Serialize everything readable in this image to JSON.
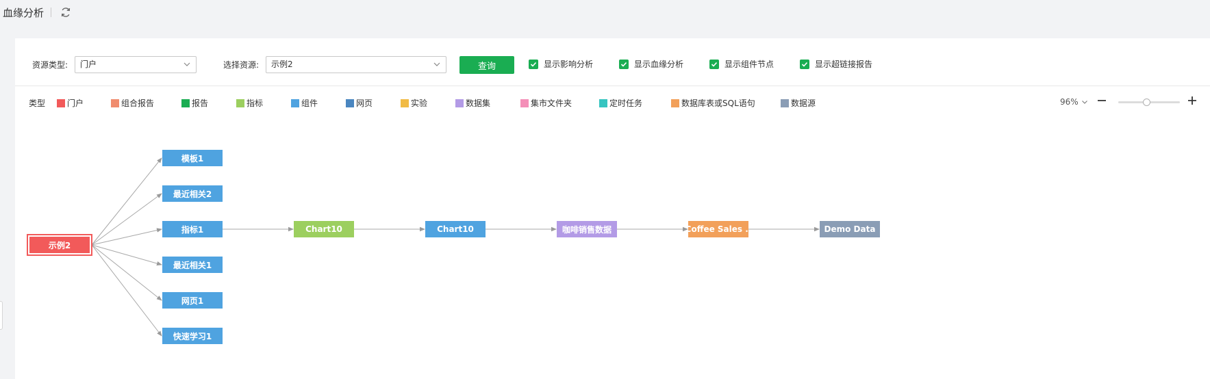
{
  "header": {
    "title": "血缘分析"
  },
  "filters": {
    "resource_type_label": "资源类型:",
    "resource_type_value": "门户",
    "select_resource_label": "选择资源:",
    "select_resource_value": "示例2",
    "query_label": "查询"
  },
  "checkboxes": [
    {
      "label": "显示影响分析",
      "checked": true
    },
    {
      "label": "显示血缘分析",
      "checked": true
    },
    {
      "label": "显示组件节点",
      "checked": true
    },
    {
      "label": "显示超链接报告",
      "checked": true
    }
  ],
  "legend": {
    "title": "类型",
    "items": [
      {
        "label": "门户",
        "color": "#f25a5a"
      },
      {
        "label": "组合报告",
        "color": "#f08c6e"
      },
      {
        "label": "报告",
        "color": "#1aad52"
      },
      {
        "label": "指标",
        "color": "#9ccf5f"
      },
      {
        "label": "组件",
        "color": "#4fa3e0"
      },
      {
        "label": "网页",
        "color": "#4a86c0"
      },
      {
        "label": "实验",
        "color": "#f1bb45"
      },
      {
        "label": "数据集",
        "color": "#b39be6"
      },
      {
        "label": "集市文件夹",
        "color": "#f48fb8"
      },
      {
        "label": "定时任务",
        "color": "#36c4c0"
      },
      {
        "label": "数据库表或SQL语句",
        "color": "#f2a05a"
      },
      {
        "label": "数据源",
        "color": "#8a9db5"
      }
    ]
  },
  "zoom": {
    "value": "96%",
    "level": 0.96
  },
  "graph": {
    "root": {
      "label": "示例2",
      "color": "#f25a5a"
    },
    "children": [
      {
        "label": "模板1",
        "color": "#4fa3e0"
      },
      {
        "label": "最近相关2",
        "color": "#4fa3e0"
      },
      {
        "label": "指标1",
        "color": "#4fa3e0"
      },
      {
        "label": "最近相关1",
        "color": "#4fa3e0"
      },
      {
        "label": "网页1",
        "color": "#4fa3e0"
      },
      {
        "label": "快速学习1",
        "color": "#4fa3e0"
      }
    ],
    "chain": [
      {
        "label": "Chart10",
        "color": "#9ccf5f"
      },
      {
        "label": "Chart10",
        "color": "#4fa3e0"
      },
      {
        "label": "咖啡销售数据",
        "color": "#b39be6"
      },
      {
        "label": "Coffee Sales ..",
        "color": "#f2a05a"
      },
      {
        "label": "Demo Data",
        "color": "#8a9db5"
      }
    ]
  }
}
